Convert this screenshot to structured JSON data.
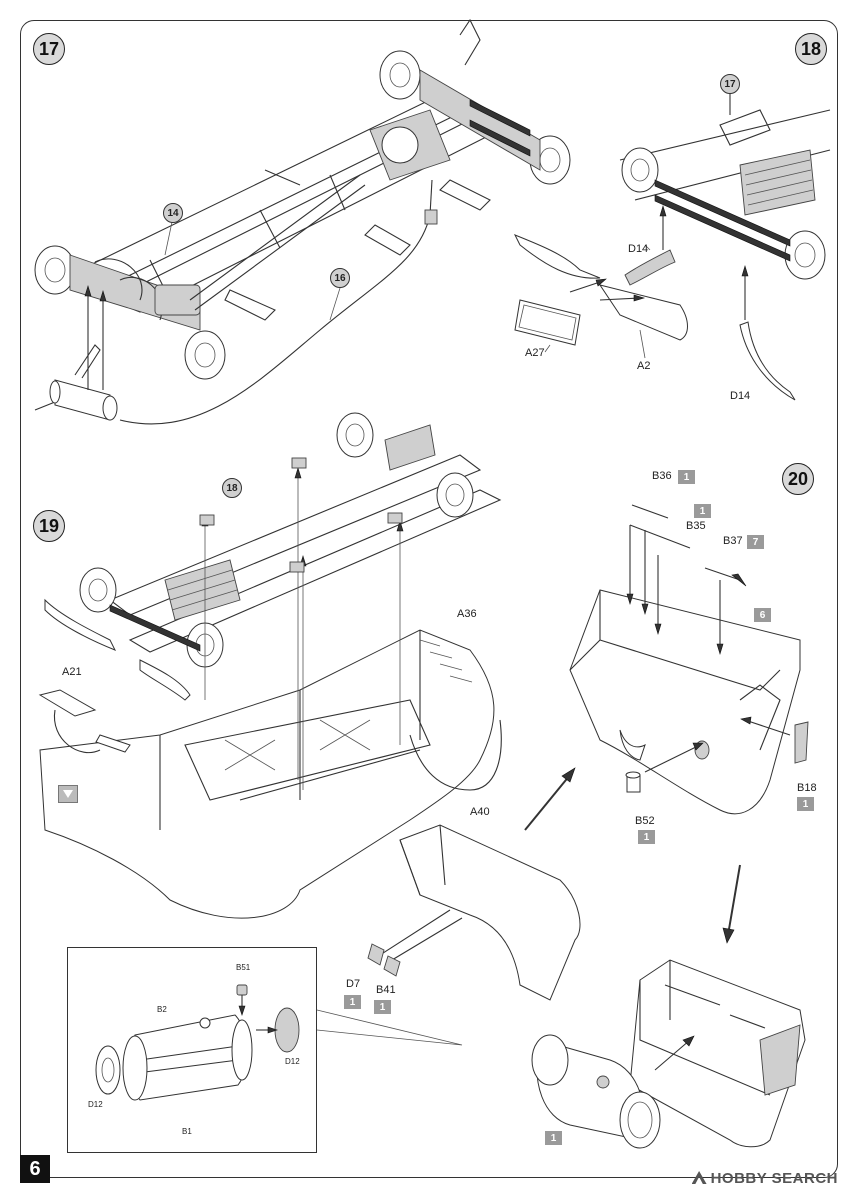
{
  "page_number": "6",
  "steps": [
    {
      "number": "17"
    },
    {
      "number": "18"
    },
    {
      "number": "19"
    },
    {
      "number": "20"
    }
  ],
  "callouts": {
    "step17_a": "14",
    "step17_b": "16",
    "step18_ref": "17",
    "step19_ref": "18"
  },
  "parts": {
    "A27": "A27",
    "A2": "A2",
    "D14_top": "D14",
    "D14_bottom": "D14",
    "A21": "A21",
    "A36": "A36",
    "A40": "A40",
    "D7": "D7",
    "B41": "B41",
    "B36": "B36",
    "B35": "B35",
    "B37": "B37",
    "B18": "B18",
    "B52": "B52",
    "B51": "B51",
    "B2": "B2",
    "B1": "B1",
    "D12_left": "D12",
    "D12_right": "D12"
  },
  "sprue_badges": {
    "B36": "1",
    "B35": "1",
    "B37": "7",
    "paint": "6",
    "B18": "1",
    "B52": "1",
    "D7": "1",
    "B41": "1",
    "tank": "1"
  },
  "watermark": "HOBBY SEARCH",
  "colors": {
    "badge": "#9a9a9a",
    "step_circle": "#d9d9d9",
    "line": "#333333"
  },
  "icons": [
    "glue-icon",
    "arrow-icon"
  ]
}
